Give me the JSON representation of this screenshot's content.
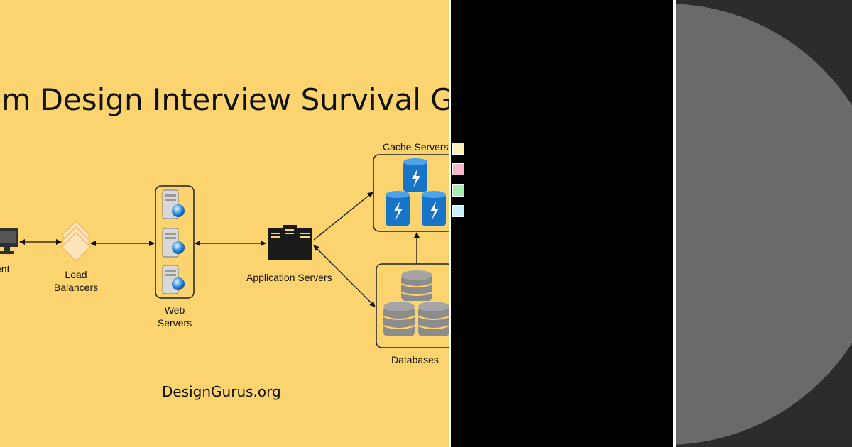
{
  "title": "tem Design Interview Survival G",
  "footer": "DesignGurus.org",
  "nodes": {
    "client": "ent",
    "load_balancers": [
      "Load",
      "Balancers"
    ],
    "web_servers": [
      "Web",
      "Servers"
    ],
    "application_servers": "Application Servers",
    "cache_servers": "Cache Servers",
    "databases": "Databases"
  },
  "legend_swatch_colors": [
    "#fbf3b6",
    "#f6b8c8",
    "#a8eeb2",
    "#c9f1fb"
  ],
  "colors": {
    "left_background": "#fbd46f",
    "middle_background": "#000000",
    "right_background": "#2c2c2c",
    "circle": "#6a6a6a",
    "cache_blue": "#1874c7",
    "database_gray": "#8c8c8c"
  }
}
